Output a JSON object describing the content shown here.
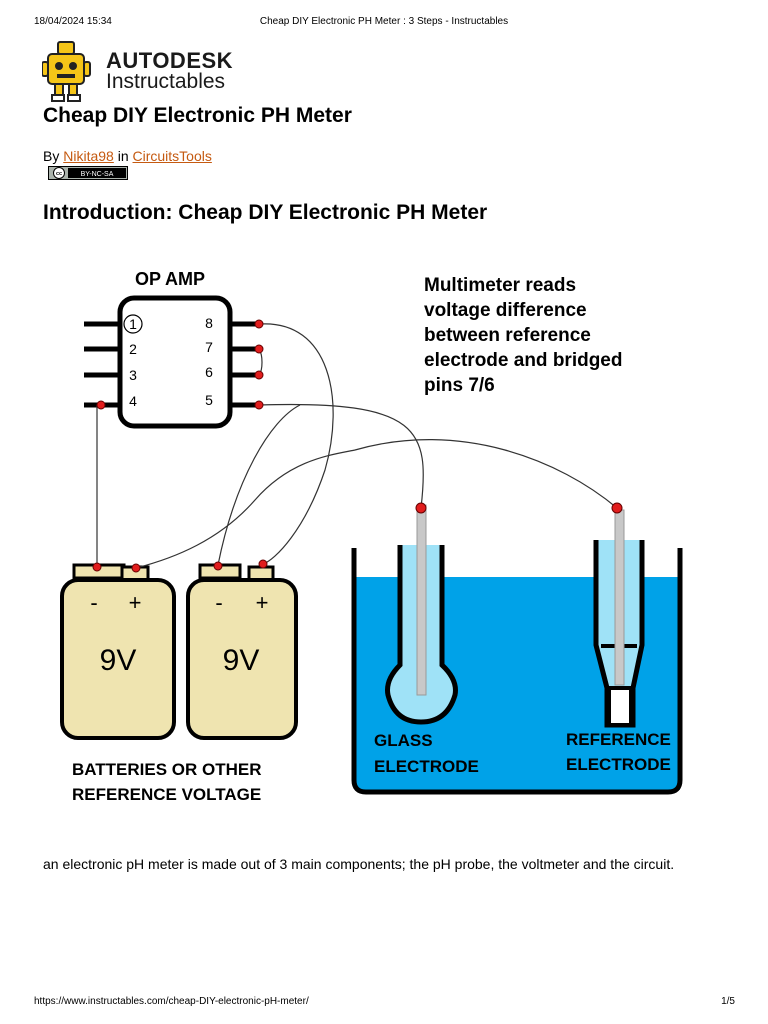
{
  "print_header": {
    "datetime": "18/04/2024 15:34",
    "title": "Cheap DIY Electronic PH Meter : 3 Steps - Instructables"
  },
  "print_footer": {
    "url": "https://www.instructables.com/cheap-DIY-electronic-pH-meter/",
    "page": "1/5"
  },
  "logo": {
    "brand_line1": "AUTODESK",
    "brand_line2": "Instructables",
    "icon": "robot-mascot-icon",
    "color": "#f5c518"
  },
  "article": {
    "title": "Cheap DIY Electronic PH Meter",
    "by_prefix": "By",
    "author": "Nikita98",
    "in_word": "in",
    "category": "CircuitsTools",
    "license": "BY-NC-SA",
    "link_color": "#c55a11",
    "intro_heading": "Introduction: Cheap DIY Electronic PH Meter",
    "intro_text": "an electronic pH meter is made out of 3 main components; the pH probe, the voltmeter and the circuit."
  },
  "diagram": {
    "op_amp_label": "OP AMP",
    "pins_left": [
      "1",
      "2",
      "3",
      "4"
    ],
    "pins_right": [
      "8",
      "7",
      "6",
      "5"
    ],
    "note_lines": [
      "Multimeter reads",
      "voltage difference",
      "between reference",
      "electrode and bridged",
      "pins 7/6"
    ],
    "battery_minus": "-",
    "battery_plus": "+",
    "battery_voltage": "9V",
    "batteries_caption": [
      "BATTERIES OR OTHER",
      "REFERENCE VOLTAGE"
    ],
    "glass_electrode": [
      "GLASS",
      "ELECTRODE"
    ],
    "reference_electrode": [
      "REFERENCE",
      "ELECTRODE"
    ],
    "water_color": "#00a2e8",
    "battery_color": "#efe4b0",
    "wire_dot_color": "#e11d1d"
  }
}
